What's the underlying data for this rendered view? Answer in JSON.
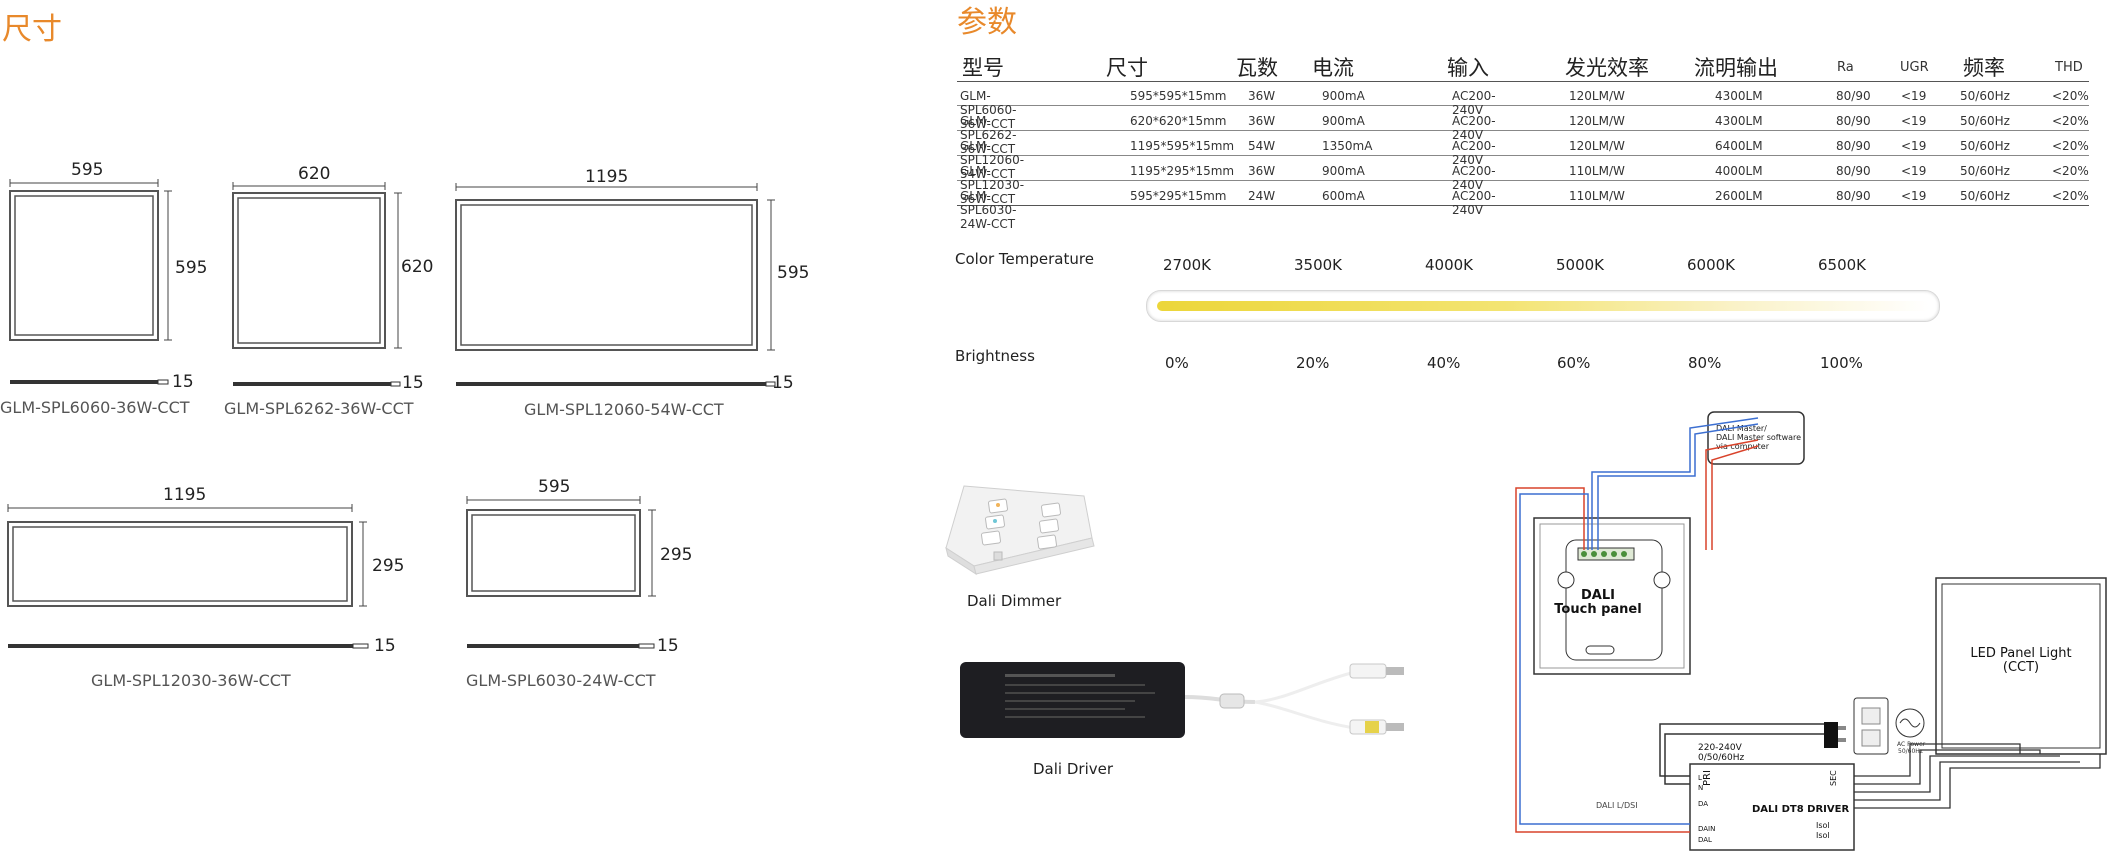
{
  "dimensions": {
    "title": "尺寸",
    "panels": [
      {
        "width_label": "595",
        "height_label": "595",
        "thickness_label": "15",
        "model": "GLM-SPL6060-36W-CCT"
      },
      {
        "width_label": "620",
        "height_label": "620",
        "thickness_label": "15",
        "model": "GLM-SPL6262-36W-CCT"
      },
      {
        "width_label": "1195",
        "height_label": "595",
        "thickness_label": "15",
        "model": "GLM-SPL12060-54W-CCT"
      },
      {
        "width_label": "1195",
        "height_label": "295",
        "thickness_label": "15",
        "model": "GLM-SPL12030-36W-CCT"
      },
      {
        "width_label": "595",
        "height_label": "295",
        "thickness_label": "15",
        "model": "GLM-SPL6030-24W-CCT"
      }
    ]
  },
  "params": {
    "title": "参数",
    "headers": [
      "型号",
      "尺寸",
      "瓦数",
      "电流",
      "输入",
      "发光效率",
      "流明输出",
      "Ra",
      "UGR",
      "频率",
      "THD"
    ],
    "rows": [
      [
        "GLM-SPL6060-36W-CCT",
        "595*595*15mm",
        "36W",
        "900mA",
        "AC200-240V",
        "120LM/W",
        "4300LM",
        "80/90",
        "<19",
        "50/60Hz",
        "<20%"
      ],
      [
        "GLM-SPL6262-36W-CCT",
        "620*620*15mm",
        "36W",
        "900mA",
        "AC200-240V",
        "120LM/W",
        "4300LM",
        "80/90",
        "<19",
        "50/60Hz",
        "<20%"
      ],
      [
        "GLM-SPL12060-54W-CCT",
        "1195*595*15mm",
        "54W",
        "1350mA",
        "AC200-240V",
        "120LM/W",
        "6400LM",
        "80/90",
        "<19",
        "50/60Hz",
        "<20%"
      ],
      [
        "GLM-SPL12030-36W-CCT",
        "1195*295*15mm",
        "36W",
        "900mA",
        "AC200-240V",
        "110LM/W",
        "4000LM",
        "80/90",
        "<19",
        "50/60Hz",
        "<20%"
      ],
      [
        "GLM-SPL6030-24W-CCT",
        "595*295*15mm",
        "24W",
        "600mA",
        "AC200-240V",
        "110LM/W",
        "2600LM",
        "80/90",
        "<19",
        "50/60Hz",
        "<20%"
      ]
    ]
  },
  "color_temperature": {
    "label": "Color Temperature",
    "values": [
      "2700K",
      "3500K",
      "4000K",
      "5000K",
      "6000K",
      "6500K"
    ]
  },
  "brightness": {
    "label": "Brightness",
    "values": [
      "0%",
      "20%",
      "40%",
      "60%",
      "80%",
      "100%"
    ]
  },
  "devices": {
    "dimmer_caption": "Dali Dimmer",
    "driver_caption": "Dali Driver"
  },
  "wiring": {
    "master_label_1": "DALI Master/",
    "master_label_2": "DALI Master software",
    "master_label_3": "via computer",
    "touch_panel_1": "DALI",
    "touch_panel_2": "Touch panel",
    "led_panel_1": "LED Panel Light",
    "led_panel_2": "(CCT)",
    "voltage_1": "220-240V",
    "voltage_2": "0/50/60Hz",
    "pri": "PRI",
    "sec": "SEC",
    "driver_label": "DALI DT8 DRIVER",
    "ac_power": "AC Power",
    "ac_freq": "50/60Hz",
    "bus_label": "DALI L/DSI",
    "isol_1": "Isol",
    "isol_2": "Isol",
    "term_l": "L",
    "term_n": "N",
    "term_da": "DA",
    "term_dain": "DAIN",
    "term_dal": "DAL"
  },
  "colors": {
    "accent": "#e8892b",
    "warm_light": "#f0d840",
    "wire_red": "#d9432b",
    "wire_blue": "#3c6fd1"
  }
}
